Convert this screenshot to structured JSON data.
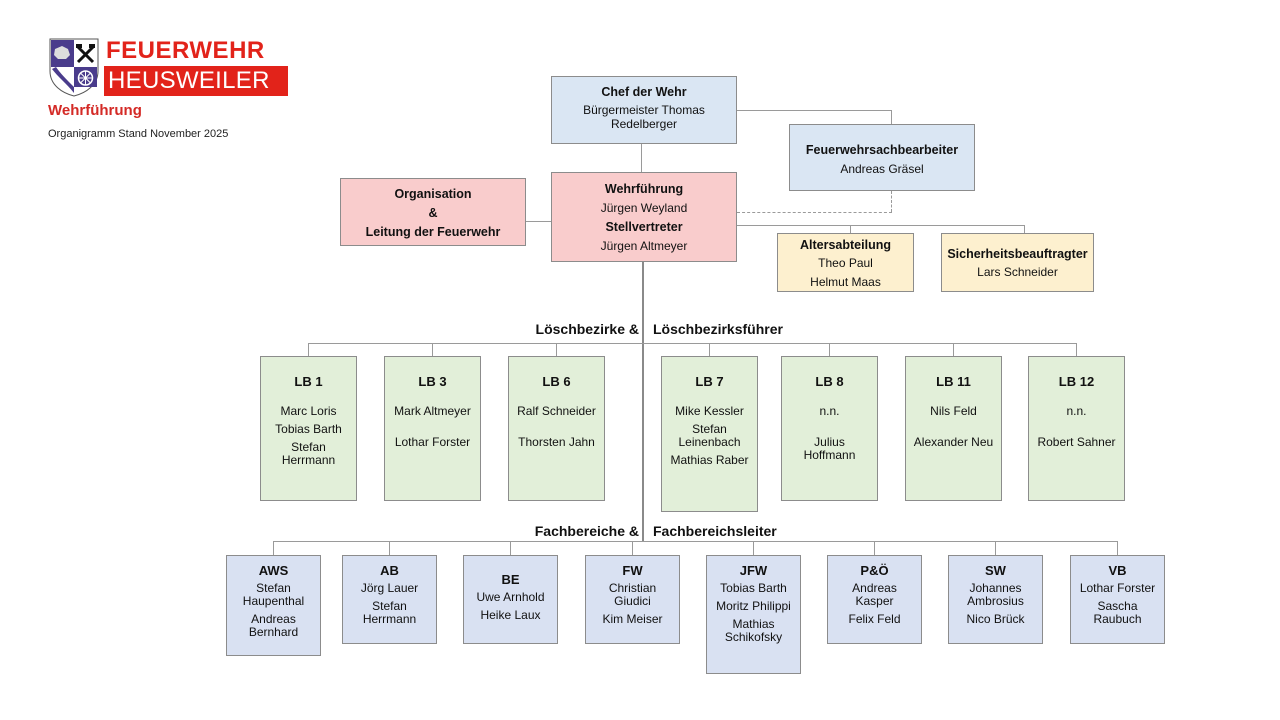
{
  "header": {
    "logo_line1": "FEUERWEHR",
    "logo_line2": "HEUSWEILER",
    "subtitle": "Wehrführung",
    "stand": "Organigramm Stand November 2025",
    "colors": {
      "brand_red": "#e2231a"
    }
  },
  "top": {
    "chef": {
      "title": "Chef der Wehr",
      "names": [
        "Bürgermeister Thomas",
        "Redelberger"
      ]
    },
    "sachbearbeiter": {
      "title": "Feuerwehrsachbearbeiter",
      "names": [
        "Andreas Gräsel"
      ]
    },
    "organisation": {
      "lines": [
        "Organisation",
        "&",
        "Leitung der Feuerwehr"
      ]
    },
    "wehrfuehrung": {
      "title": "Wehrführung",
      "name": "Jürgen Weyland",
      "deputy_title": "Stellvertreter",
      "deputy_name": "Jürgen Altmeyer"
    },
    "altersabteilung": {
      "title": "Altersabteilung",
      "names": [
        "Theo Paul",
        "Helmut Maas"
      ]
    },
    "sicherheit": {
      "title": "Sicherheitsbeauftragter",
      "names": [
        "Lars Schneider"
      ]
    }
  },
  "loeschbezirke": {
    "label_left": "Löschbezirke &",
    "label_right": "Löschbezirksführer",
    "items": [
      {
        "title": "LB 1",
        "names": [
          "Marc Loris",
          "Tobias Barth",
          "Stefan Herrmann"
        ]
      },
      {
        "title": "LB 3",
        "names": [
          "Mark Altmeyer",
          "Lothar Forster"
        ]
      },
      {
        "title": "LB 6",
        "names": [
          "Ralf Schneider",
          "Thorsten Jahn"
        ]
      },
      {
        "title": "LB 7",
        "names": [
          "Mike Kessler",
          "Stefan Leinenbach",
          "Mathias Raber"
        ]
      },
      {
        "title": "LB 8",
        "names": [
          "n.n.",
          "Julius Hoffmann"
        ]
      },
      {
        "title": "LB 11",
        "names": [
          "Nils Feld",
          "Alexander Neu"
        ]
      },
      {
        "title": "LB 12",
        "names": [
          "n.n.",
          "Robert Sahner"
        ]
      }
    ]
  },
  "fachbereiche": {
    "label_left": "Fachbereiche &",
    "label_right": "Fachbereichsleiter",
    "items": [
      {
        "title": "AWS",
        "names": [
          "Stefan Haupenthal",
          "Andreas Bernhard"
        ]
      },
      {
        "title": "AB",
        "names": [
          "Jörg Lauer",
          "Stefan Herrmann"
        ]
      },
      {
        "title": "BE",
        "names": [
          "Uwe Arnhold",
          "Heike Laux"
        ]
      },
      {
        "title": "FW",
        "names": [
          "Christian Giudici",
          "Kim Meiser"
        ]
      },
      {
        "title": "JFW",
        "names": [
          "Tobias Barth",
          "Moritz Philippi",
          "Mathias Schikofsky"
        ]
      },
      {
        "title": "P&Ö",
        "names": [
          "Andreas Kasper",
          "Felix Feld"
        ]
      },
      {
        "title": "SW",
        "names": [
          "Johannes Ambrosius",
          "Nico Brück"
        ]
      },
      {
        "title": "VB",
        "names": [
          "Lothar Forster",
          "Sascha Raubuch"
        ]
      }
    ]
  }
}
